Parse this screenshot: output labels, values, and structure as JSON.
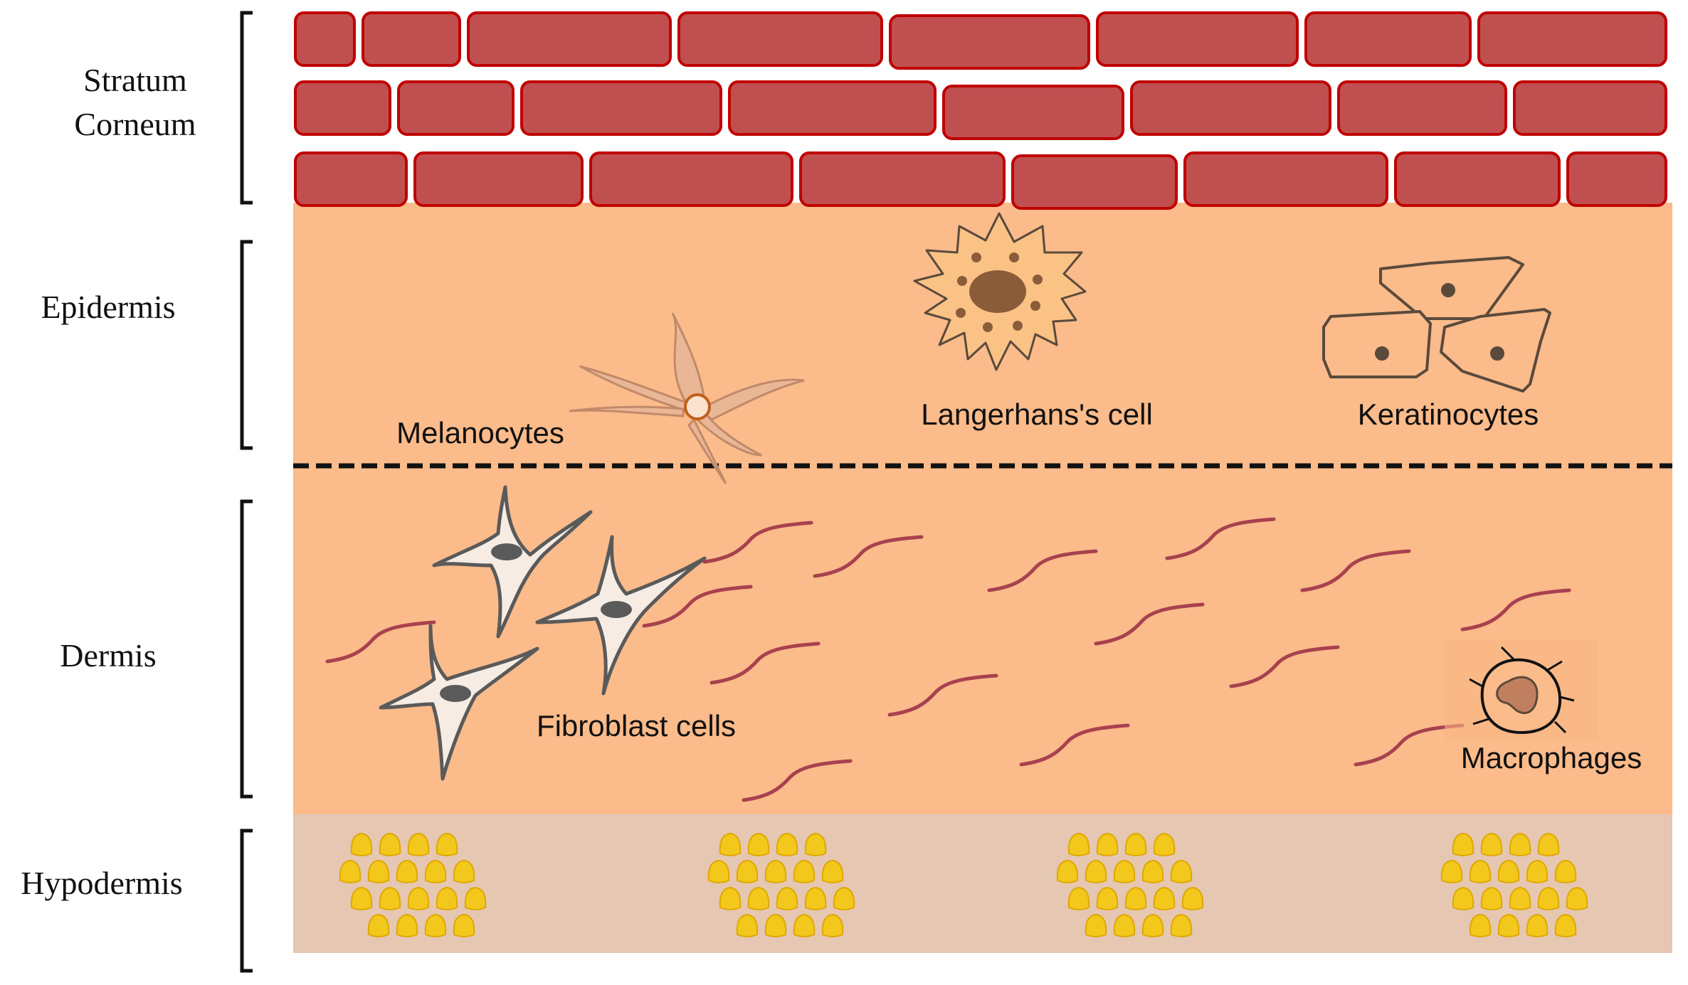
{
  "layers": {
    "stratum_corneum": [
      "Stratum",
      "Corneum"
    ],
    "epidermis": "Epidermis",
    "dermis": "Dermis",
    "hypodermis": "Hypodermis"
  },
  "cells": {
    "melanocytes": "Melanocytes",
    "langerhans": "Langerhans's cell",
    "keratinocytes": "Keratinocytes",
    "fibroblasts": "Fibroblast cells",
    "macrophages": "Macrophages"
  },
  "colors": {
    "corneocyte_fill": "#c05050",
    "corneocyte_stroke": "#c00000",
    "tissue": "#fbbb8a",
    "hypodermis": "#e5c7b2",
    "collagen": "#a8414f",
    "fat_cell": "#f2c81c",
    "fibroblast_fill": "#f6ece4",
    "cell_outline": "#5a4a3c"
  }
}
